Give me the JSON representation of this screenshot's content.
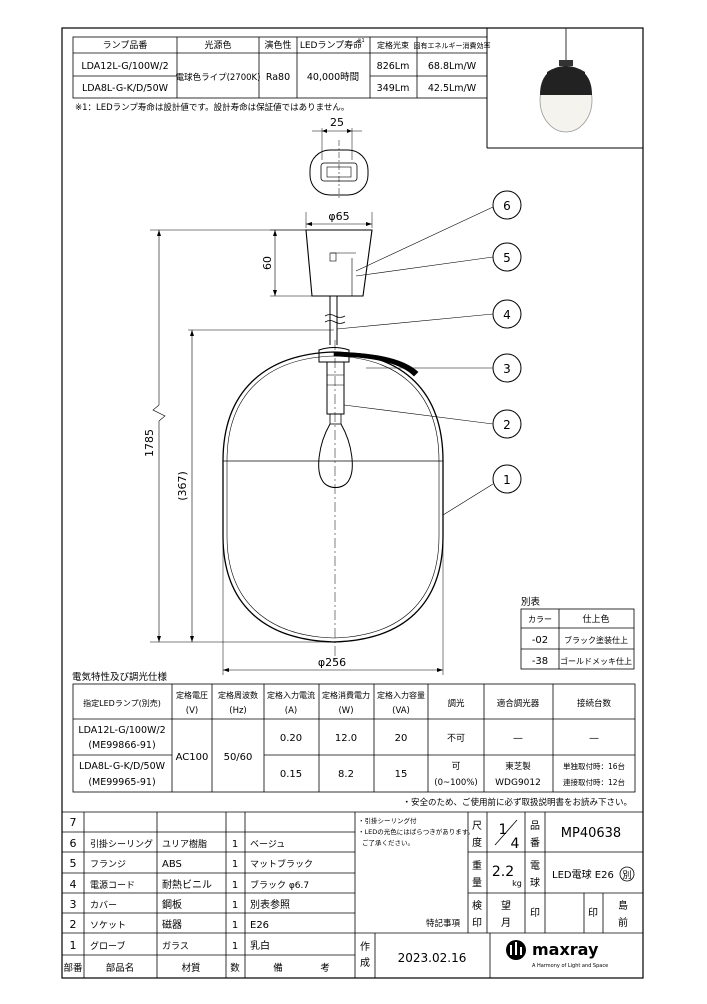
{
  "lamp_table": {
    "headers": [
      "ランプ品番",
      "光源色",
      "演色性",
      "LEDランプ寿命",
      "※1",
      "定格光束",
      "固有エネルギー消費効率"
    ],
    "rows": [
      {
        "model": "LDA12L-G/100W/2",
        "lumen": "826Lm",
        "eff": "68.8Lm/W"
      },
      {
        "model": "LDA8L-G-K/D/50W",
        "lumen": "349Lm",
        "eff": "42.5Lm/W"
      }
    ],
    "color": "電球色ライプ(2700K)",
    "cri": "Ra80",
    "life": "40,000時間",
    "note": "※1：LEDランプ寿命は設計値です。設計寿命は保証値ではありません。"
  },
  "dims": {
    "d25": "25",
    "d65": "φ65",
    "d60": "60",
    "d1785": "1785",
    "d367": "(367)",
    "d256": "φ256"
  },
  "callouts": [
    "1",
    "2",
    "3",
    "4",
    "5",
    "6"
  ],
  "variant_table": {
    "title": "別表",
    "headers": [
      "カラー",
      "仕上色"
    ],
    "rows": [
      {
        "code": "-02",
        "finish": "ブラック塗装仕上"
      },
      {
        "code": "-38",
        "finish": "ゴールドメッキ仕上"
      }
    ]
  },
  "elec": {
    "title": "電気特性及び調光仕様",
    "headers": [
      "指定LEDランプ(別売)",
      "定格電圧",
      "(V)",
      "定格周波数",
      "(Hz)",
      "定格入力電流",
      "(A)",
      "定格消費電力",
      "(W)",
      "定格入力容量",
      "(VA)",
      "調光",
      "適合調光器",
      "接続台数"
    ],
    "lamp1": "LDA12L-G/100W/2",
    "lamp1b": "(ME99866-91)",
    "lamp2": "LDA8L-G-K/D/50W",
    "lamp2b": "(ME99965-91)",
    "voltage": "AC100",
    "freq": "50/60",
    "r1": {
      "a": "0.20",
      "w": "12.0",
      "va": "20",
      "dim": "不可",
      "dimmer": "—",
      "count": "—"
    },
    "r2": {
      "a": "0.15",
      "w": "8.2",
      "va": "15",
      "dim": "可",
      "dim2": "(0~100%)",
      "dimmer": "東芝製",
      "dimmer2": "WDG9012",
      "count": "単独取付時：16台",
      "count2": "連接取付時：12台"
    },
    "safety": "・安全のため、ご使用前に必ず取扱説明書をお読み下さい。"
  },
  "parts": {
    "rows": [
      {
        "no": "7",
        "name": "",
        "mat": "",
        "qty": "",
        "note": ""
      },
      {
        "no": "6",
        "name": "引掛シーリング",
        "mat": "ユリア樹脂",
        "qty": "1",
        "note": "ベージュ"
      },
      {
        "no": "5",
        "name": "フランジ",
        "mat": "ABS",
        "qty": "1",
        "note": "マットブラック"
      },
      {
        "no": "4",
        "name": "電源コード",
        "mat": "耐熱ビニル",
        "qty": "1",
        "note": "ブラック φ6.7"
      },
      {
        "no": "3",
        "name": "カバー",
        "mat": "鋼板",
        "qty": "1",
        "note": "別表参照"
      },
      {
        "no": "2",
        "name": "ソケット",
        "mat": "磁器",
        "qty": "1",
        "note": "E26"
      },
      {
        "no": "1",
        "name": "グローブ",
        "mat": "ガラス",
        "qty": "1",
        "note": "乳白"
      }
    ],
    "header": [
      "部番",
      "部品名",
      "材質",
      "数",
      "備",
      "考"
    ]
  },
  "special": {
    "lines": [
      "・引掛シーリング付",
      "・LEDの光色にはばらつきがあります。",
      "ご了承ください。"
    ],
    "label": "特記事項"
  },
  "title_block": {
    "scale_label": "尺度",
    "scale_num": "1",
    "scale_den": "4",
    "product_label": "品番",
    "product": "MP40638",
    "weight_label": "重量",
    "weight": "2.2",
    "weight_unit": "kg",
    "bulb_label": "電球",
    "bulb": "LED電球 E26",
    "bulb_mark": "別",
    "check_label": "検印",
    "nozomi": "望月",
    "in1": "印",
    "shimazaki": "島前",
    "in2": "印",
    "made_label": "作成",
    "date": "2023.02.16",
    "brand": "maxray",
    "brand_tag": "A Harmony of Light and Space"
  }
}
